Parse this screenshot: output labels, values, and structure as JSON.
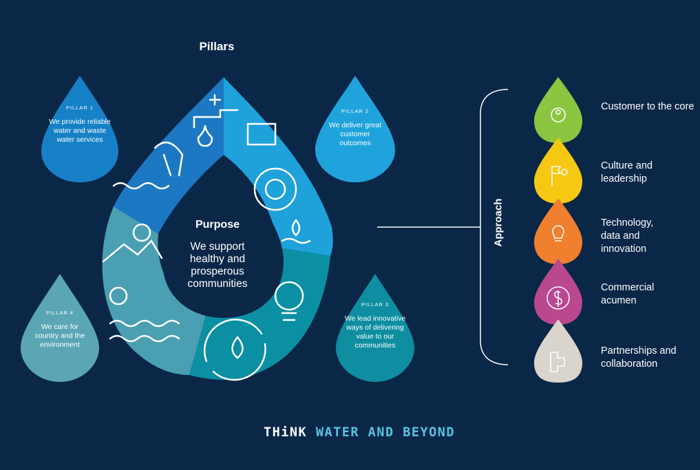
{
  "pillars_title": "Pillars",
  "purpose": {
    "title": "Purpose",
    "text": "We support healthy and prosperous communities"
  },
  "pillars": [
    {
      "tag": "PILLAR   1",
      "text": "We provide reliable water and waste water services",
      "color": "#1681c6"
    },
    {
      "tag": "PILLAR   2",
      "text": "We deliver great customer outcomes",
      "color": "#20a3dc"
    },
    {
      "tag": "PILLAR 3",
      "text": "We lead innovative ways of delivering value to our communities",
      "color": "#0e8ea0"
    },
    {
      "tag": "PILLAR   4",
      "text": "We care for country and the environment",
      "color": "#5aa6b5"
    }
  ],
  "approach": {
    "label": "Approach",
    "items": [
      {
        "label": "Customer to the core",
        "color": "#8cc540",
        "icon": "network-people-icon"
      },
      {
        "label": "Culture and leadership",
        "color": "#f6c812",
        "icon": "person-flag-icon"
      },
      {
        "label": "Technology, data and innovation",
        "color": "#f07f2e",
        "icon": "lightbulb-icon"
      },
      {
        "label": "Commercial acumen",
        "color": "#b9488f",
        "icon": "dollar-cycle-icon"
      },
      {
        "label": "Partnerships and collaboration",
        "color": "#d9d4cc",
        "icon": "puzzle-gear-icon"
      }
    ]
  },
  "footer": {
    "think": "THiNK",
    "rest": "WATER AND BEYOND"
  }
}
